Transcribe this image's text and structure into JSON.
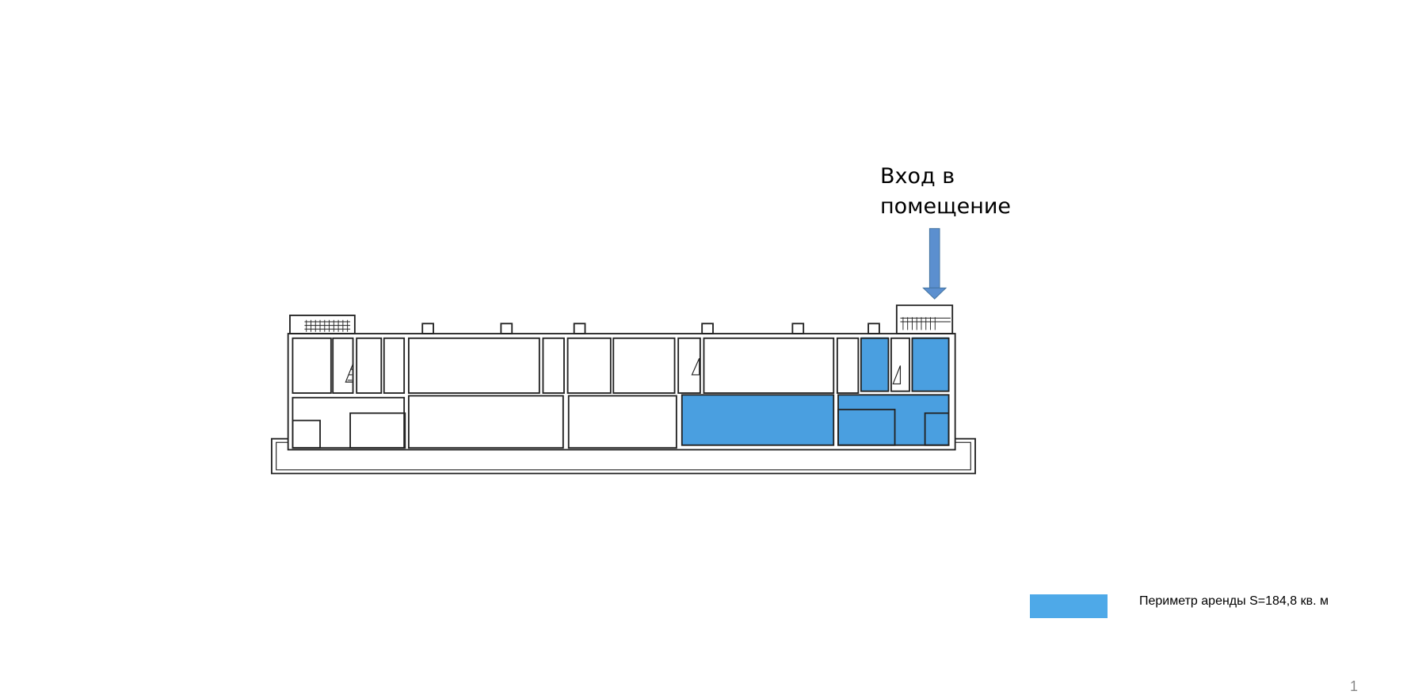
{
  "entry_label": {
    "line1": "Вход в",
    "line2": "помещение"
  },
  "legend": {
    "label": "Периметр  аренды S=184,8 кв. м",
    "color": "#4ea9e8"
  },
  "page_number": "1",
  "colors": {
    "highlight": "#4a9fe0",
    "arrow": "#5b8fcf",
    "wall": "#222222"
  }
}
